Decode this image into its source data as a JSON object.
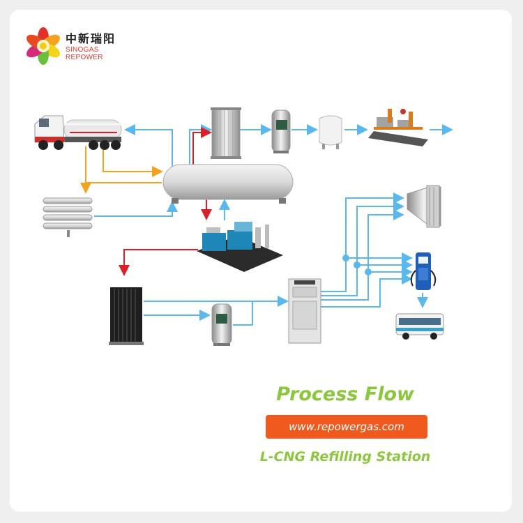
{
  "logo": {
    "name_cn": "中新瑞阳",
    "name_en": "SINOGAS REPOWER"
  },
  "title": "Process Flow",
  "website": "www.repowergas.com",
  "subtitle": "L-CNG Refilling Station",
  "colors": {
    "flow_blue": "#5bb8ec",
    "flow_orange": "#f2a31f",
    "flow_red": "#d8202a",
    "accent_green": "#8cc63e",
    "badge_orange": "#f15a1e"
  },
  "equipment_icons": [
    "lng-tanker-truck-icon",
    "lng-storage-tank-icon",
    "ambient-vaporizer-icon",
    "unloading-vaporizer-icon",
    "water-bath-heater-icon",
    "buffer-tank-icon",
    "regulating-skid-icon",
    "high-pressure-pump-skid-icon",
    "high-pressure-vaporizer-icon",
    "cng-heater-icon",
    "priority-control-panel-icon",
    "storage-cylinder-icon",
    "cng-dispenser-icon",
    "bus-icon"
  ]
}
